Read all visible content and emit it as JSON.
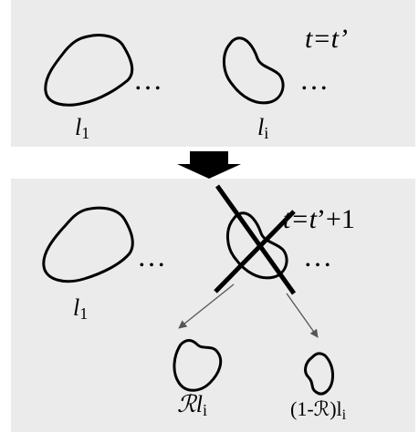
{
  "top_panel": {
    "time_label": "t=t’",
    "ellipsis_1": "…",
    "ellipsis_2": "…",
    "loop_first_label": "l",
    "loop_first_sub": "1",
    "loop_i_label": "l",
    "loop_i_sub": "i"
  },
  "bottom_panel": {
    "time_label_t": "t=t",
    "time_label_rest": "’+1",
    "ellipsis_1": "…",
    "ellipsis_2": "…",
    "loop_first_label": "l",
    "loop_first_sub": "1",
    "split_left_prefix": "ℛl",
    "split_left_sub": "i",
    "split_right_prefix": "(1-ℛ)l",
    "split_right_sub": "i"
  },
  "colors": {
    "panel_bg": "#ebebeb",
    "stroke": "#000000",
    "arrow": "#555555"
  }
}
